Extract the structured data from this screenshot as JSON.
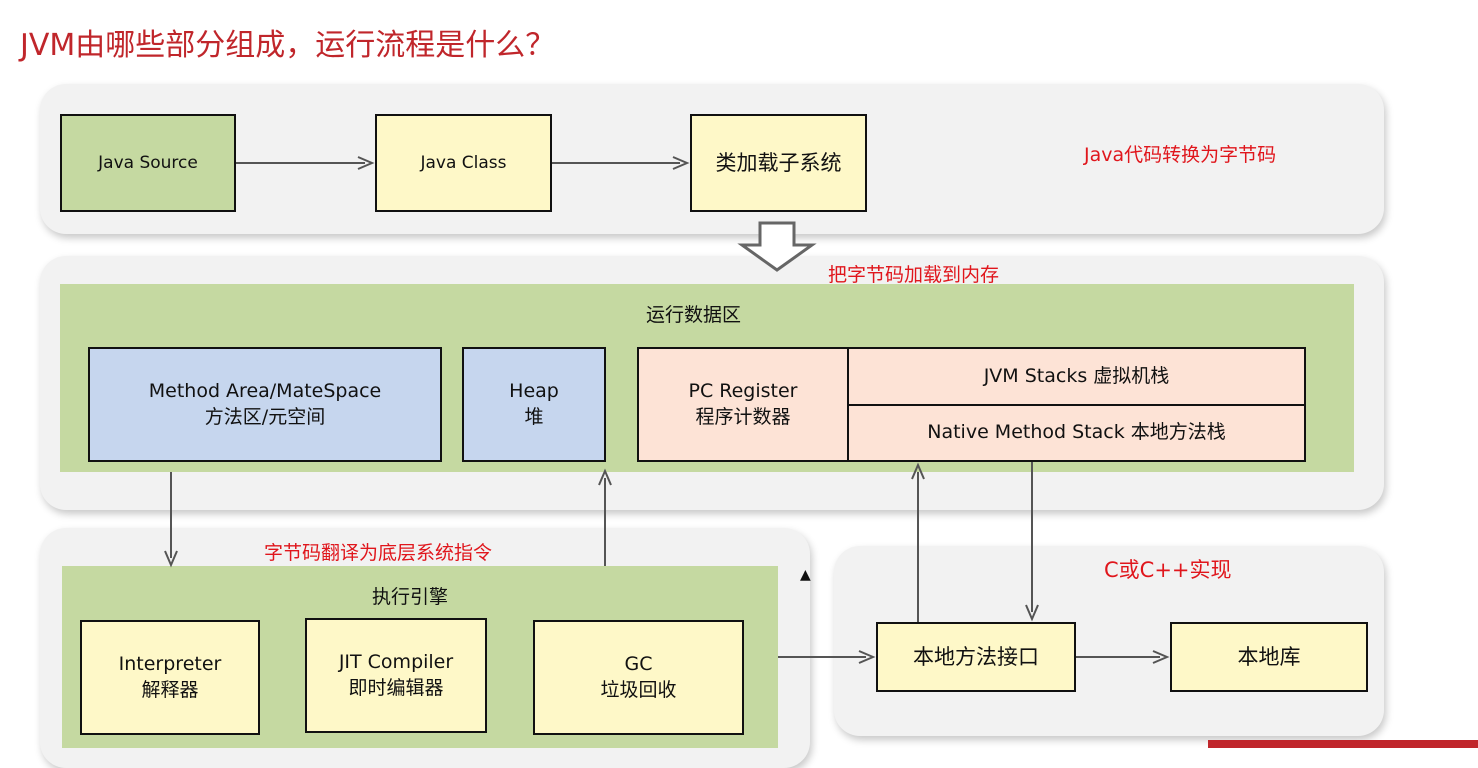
{
  "title": "JVM由哪些部分组成，运行流程是什么？",
  "notes": {
    "to_bytecode": "Java代码转换为字节码",
    "load_to_memory": "把字节码加载到内存",
    "translate": "字节码翻译为底层系统指令",
    "native_impl": "C或C++实现"
  },
  "compile_stage": {
    "java_source": "Java Source",
    "java_class": "Java Class",
    "class_loader": "类加载子系统"
  },
  "runtime_area": {
    "title": "运行数据区",
    "method_area": {
      "line1": "Method Area/MateSpace",
      "line2": "方法区/元空间"
    },
    "heap": {
      "line1": "Heap",
      "line2": "堆"
    },
    "pc_register": {
      "line1": "PC Register",
      "line2": "程序计数器"
    },
    "jvm_stacks": "JVM Stacks 虚拟机栈",
    "native_method_stack": "Native Method Stack 本地方法栈"
  },
  "execution_engine": {
    "title": "执行引擎",
    "interpreter": {
      "line1": "Interpreter",
      "line2": "解释器"
    },
    "jit": {
      "line1": "JIT Compiler",
      "line2": "即时编辑器"
    },
    "gc": {
      "line1": "GC",
      "line2": "垃圾回收"
    }
  },
  "native": {
    "interface": "本地方法接口",
    "library": "本地库"
  },
  "colors": {
    "title_red": "#c0262b",
    "note_red": "#e0161c",
    "zone_green": "#c5d9a1",
    "box_yellow": "#fef8c8",
    "box_blue": "#c6d6ee",
    "box_pink": "#fde3d6",
    "panel_gray": "#f2f2f2"
  }
}
